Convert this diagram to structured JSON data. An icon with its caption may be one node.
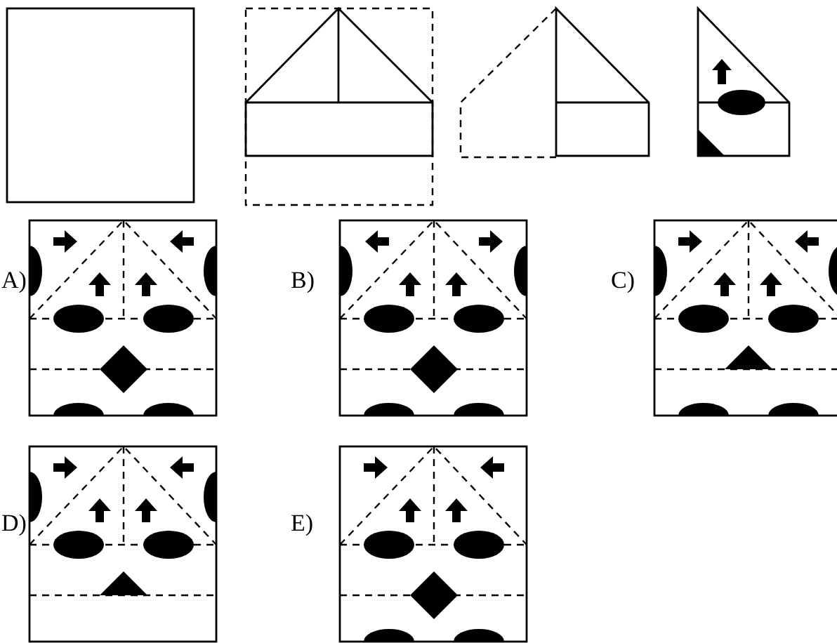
{
  "diagram": {
    "labels": [
      "A)",
      "B)",
      "C)",
      "D)",
      "E)"
    ]
  }
}
